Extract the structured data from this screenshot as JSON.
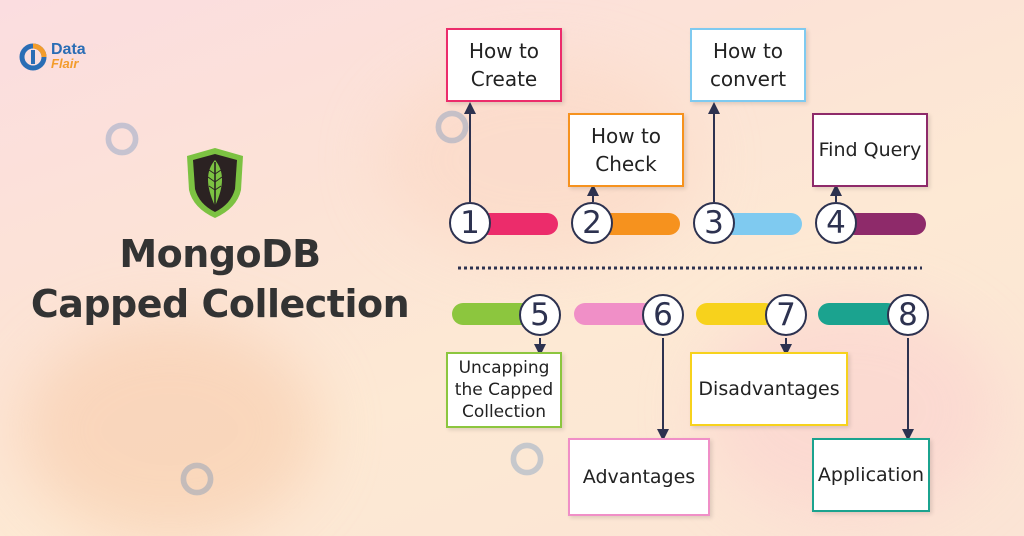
{
  "logo": {
    "line1": "Data",
    "line2": "Flair"
  },
  "title": {
    "line1": "MongoDB",
    "line2": "Capped Collection"
  },
  "colors": {
    "pink": "#ec2c6b",
    "orange": "#f6921e",
    "blue": "#7fcaf0",
    "purple": "#8e2a6a",
    "green": "#8cc63e",
    "lightpink": "#f08fc7",
    "yellow": "#f7d21c",
    "teal": "#1ba38f",
    "connector": "#2d3250"
  },
  "steps": [
    {
      "number": "1",
      "label": "How to Create",
      "color_key": "pink"
    },
    {
      "number": "2",
      "label": "How to Check",
      "color_key": "orange"
    },
    {
      "number": "3",
      "label": "How to convert",
      "color_key": "blue"
    },
    {
      "number": "4",
      "label": "Find Query",
      "color_key": "purple"
    },
    {
      "number": "5",
      "label": "Uncapping the Capped Collection",
      "color_key": "green"
    },
    {
      "number": "6",
      "label": "Advantages",
      "color_key": "lightpink"
    },
    {
      "number": "7",
      "label": "Disadvantages",
      "color_key": "yellow"
    },
    {
      "number": "8",
      "label": "Application",
      "color_key": "teal"
    }
  ]
}
